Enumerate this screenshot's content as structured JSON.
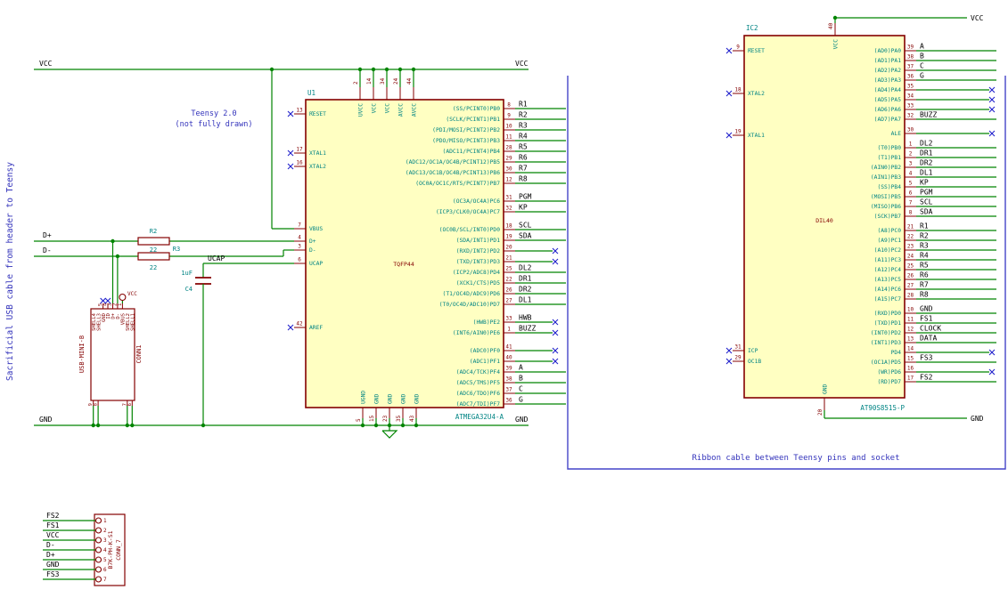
{
  "colors": {
    "wire": "#008400",
    "component": "#840000",
    "fill": "#FFFFC2",
    "pin": "#008484",
    "field": "#008484",
    "footprint": "#840000",
    "label": "#000000",
    "note": "#3333BB",
    "noconnect": "#2222CC",
    "sheet": "#4444C8"
  },
  "notes": {
    "side": "Sacrificial USB cable from header to Teensy",
    "teensy1": "Teensy 2.0",
    "teensy2": "(not fully drawn)",
    "ribbon": "Ribbon cable between Teensy pins and socket"
  },
  "nets": {
    "vcc": "VCC",
    "gnd": "GND",
    "dplus": "D+",
    "dminus": "D-",
    "ucap": "UCAP"
  },
  "u1": {
    "ref": "U1",
    "footprint": "TQFP44",
    "value": "ATMEGA32U4-A",
    "left_pins": [
      {
        "num": "13",
        "name": "RESET",
        "overline": true,
        "nc": true
      },
      {
        "num": "17",
        "name": "XTAL1",
        "nc": true
      },
      {
        "num": "16",
        "name": "XTAL2",
        "nc": true
      },
      {
        "num": "7",
        "name": "VBUS"
      },
      {
        "num": "4",
        "name": "D+"
      },
      {
        "num": "3",
        "name": "D-"
      },
      {
        "num": "6",
        "name": "UCAP"
      },
      {
        "num": "42",
        "name": "AREF",
        "nc": true
      }
    ],
    "top_pins": [
      {
        "num": "2",
        "name": "UVCC"
      },
      {
        "num": "14",
        "name": "VCC"
      },
      {
        "num": "34",
        "name": "VCC"
      },
      {
        "num": "24",
        "name": "AVCC"
      },
      {
        "num": "44",
        "name": "AVCC"
      }
    ],
    "bottom_pins": [
      {
        "num": "5",
        "name": "UGND"
      },
      {
        "num": "15",
        "name": "GND"
      },
      {
        "num": "23",
        "name": "GND"
      },
      {
        "num": "35",
        "name": "GND"
      },
      {
        "num": "43",
        "name": "GND"
      }
    ],
    "right_groups": [
      {
        "pins": [
          {
            "num": "8",
            "name": "(SS/PCINT0)PB0",
            "net": "R1"
          },
          {
            "num": "9",
            "name": "(SCLK/PCINT1)PB1",
            "net": "R2"
          },
          {
            "num": "10",
            "name": "(PDI/MOSI/PCINT2)PB2",
            "net": "R3"
          },
          {
            "num": "11",
            "name": "(PDO/MISO/PCINT3)PB3",
            "net": "R4"
          },
          {
            "num": "28",
            "name": "(ADC11/PCINT4)PB4",
            "net": "R5"
          },
          {
            "num": "29",
            "name": "(ADC12/OC1A/OC4B/PCINT12)PB5",
            "net": "R6"
          },
          {
            "num": "30",
            "name": "(ADC13/OC1B/OC4B/PCINT13)PB6",
            "net": "R7"
          },
          {
            "num": "12",
            "name": "(OC0A/OC1C/RTS/PCINT7)PB7",
            "net": "R8"
          }
        ]
      },
      {
        "pins": [
          {
            "num": "31",
            "name": "(OC3A/OC4A)PC6",
            "net": "PGM"
          },
          {
            "num": "32",
            "name": "(ICP3/CLK0/OC4A)PC7",
            "net": "KP"
          }
        ]
      },
      {
        "pins": [
          {
            "num": "18",
            "name": "(OC0B/SCL/INT0)PD0",
            "net": "SCL"
          },
          {
            "num": "19",
            "name": "(SDA/INT1)PD1",
            "net": "SDA"
          },
          {
            "num": "20",
            "name": "(RXD/INT2)PD2",
            "nc": true
          },
          {
            "num": "21",
            "name": "(TXD/INT3)PD3",
            "nc": true
          },
          {
            "num": "25",
            "name": "(ICP2/ADC8)PD4",
            "net": "DL2"
          },
          {
            "num": "22",
            "name": "(XCK1/CTS)PD5",
            "net": "DR1"
          },
          {
            "num": "26",
            "name": "(T1/OC4D/ADC9)PD6",
            "net": "DR2"
          },
          {
            "num": "27",
            "name": "(T0/OC4D/ADC10)PD7",
            "net": "DL1"
          }
        ]
      },
      {
        "pins": [
          {
            "num": "33",
            "name": "(HWB)PE2",
            "net": "HWB",
            "nc": true
          },
          {
            "num": "1",
            "name": "(INT6/AIN0)PE6",
            "net": "BUZZ",
            "nc": true
          }
        ]
      },
      {
        "pins": [
          {
            "num": "41",
            "name": "(ADC0)PF0",
            "nc": true
          },
          {
            "num": "40",
            "name": "(ADC1)PF1",
            "nc": true
          },
          {
            "num": "39",
            "name": "(ADC4/TCK)PF4",
            "net": "A"
          },
          {
            "num": "38",
            "name": "(ADC5/TMS)PF5",
            "net": "B"
          },
          {
            "num": "37",
            "name": "(ADC6/TDO)PF6",
            "net": "C"
          },
          {
            "num": "36",
            "name": "(ADC7/TDI)PF7",
            "net": "G"
          }
        ]
      }
    ]
  },
  "ic2": {
    "ref": "IC2",
    "footprint": "DIL40",
    "value": "AT90S8515-P",
    "left_pins": [
      {
        "num": "9",
        "name": "RESET",
        "overline": true,
        "nc": true
      },
      {
        "num": "18",
        "name": "XTAL2",
        "nc": true
      },
      {
        "num": "19",
        "name": "XTAL1",
        "nc": true
      },
      {
        "num": "31",
        "name": "ICP",
        "nc": true
      },
      {
        "num": "29",
        "name": "OC1B",
        "nc": true
      }
    ],
    "top_pins": [
      {
        "num": "40",
        "name": "VCC"
      }
    ],
    "bottom_pins": [
      {
        "num": "20",
        "name": "GND"
      }
    ],
    "right_groups": [
      {
        "pins": [
          {
            "num": "39",
            "name": "(AD0)PA0",
            "net": "A"
          },
          {
            "num": "38",
            "name": "(AD1)PA1",
            "net": "B"
          },
          {
            "num": "37",
            "name": "(AD2)PA2",
            "net": "C"
          },
          {
            "num": "36",
            "name": "(AD3)PA3",
            "net": "G"
          },
          {
            "num": "35",
            "name": "(AD4)PA4",
            "nc": true
          },
          {
            "num": "34",
            "name": "(AD5)PA5",
            "nc": true
          },
          {
            "num": "33",
            "name": "(AD6)PA6",
            "nc": true
          },
          {
            "num": "32",
            "name": "(AD7)PA7",
            "net": "BUZZ"
          }
        ]
      },
      {
        "pins": [
          {
            "num": "30",
            "name": "ALE",
            "nc": true
          }
        ]
      },
      {
        "pins": [
          {
            "num": "1",
            "name": "(T0)PB0",
            "net": "DL2"
          },
          {
            "num": "2",
            "name": "(T1)PB1",
            "net": "DR1"
          },
          {
            "num": "3",
            "name": "(AIN0)PB2",
            "net": "DR2"
          },
          {
            "num": "4",
            "name": "(AIN1)PB3",
            "net": "DL1"
          },
          {
            "num": "5",
            "name": "(SS)PB4",
            "net": "KP"
          },
          {
            "num": "6",
            "name": "(MOSI)PB5",
            "net": "PGM"
          },
          {
            "num": "7",
            "name": "(MISO)PB6",
            "net": "SCL"
          },
          {
            "num": "8",
            "name": "(SCK)PB7",
            "net": "SDA"
          }
        ]
      },
      {
        "pins": [
          {
            "num": "21",
            "name": "(A8)PC0",
            "net": "R1"
          },
          {
            "num": "22",
            "name": "(A9)PC1",
            "net": "R2"
          },
          {
            "num": "23",
            "name": "(A10)PC2",
            "net": "R3"
          },
          {
            "num": "24",
            "name": "(A11)PC3",
            "net": "R4"
          },
          {
            "num": "25",
            "name": "(A12)PC4",
            "net": "R5"
          },
          {
            "num": "26",
            "name": "(A13)PC5",
            "net": "R6"
          },
          {
            "num": "27",
            "name": "(A14)PC6",
            "net": "R7"
          },
          {
            "num": "28",
            "name": "(A15)PC7",
            "net": "R8"
          }
        ]
      },
      {
        "pins": [
          {
            "num": "10",
            "name": "(RXD)PD0",
            "net": "GND"
          },
          {
            "num": "11",
            "name": "(TXD)PD1",
            "net": "FS1"
          },
          {
            "num": "12",
            "name": "(INT0)PD2",
            "net": "CLOCK"
          },
          {
            "num": "13",
            "name": "(INT1)PD3",
            "net": "DATA"
          },
          {
            "num": "14",
            "name": "PD4",
            "nc": true
          },
          {
            "num": "15",
            "name": "(OC1A)PD5",
            "net": "FS3"
          },
          {
            "num": "16",
            "name": "(WR)PD6",
            "nc": true
          },
          {
            "num": "17",
            "name": "(RD)PD7",
            "net": "FS2"
          }
        ]
      }
    ]
  },
  "usb": {
    "ref": "CONN1",
    "value": "USB-MINI-B",
    "vcc_flag": "VCC",
    "pins": [
      {
        "num": "9",
        "name": "SHELL4",
        "side": "bottom"
      },
      {
        "num": "8",
        "name": "SHELL3",
        "side": "bottom"
      },
      {
        "num": "5",
        "name": "GND",
        "side": "top",
        "nc": true
      },
      {
        "num": "4",
        "name": "ID",
        "side": "top",
        "nc": true
      },
      {
        "num": "3",
        "name": "D+",
        "side": "top"
      },
      {
        "num": "2",
        "name": "D-",
        "side": "top"
      },
      {
        "num": "1",
        "name": "VBUS",
        "side": "top"
      },
      {
        "num": "7",
        "name": "SHELL2",
        "side": "bottom"
      },
      {
        "num": "6",
        "name": "SHELL1",
        "side": "bottom"
      }
    ]
  },
  "conn7": {
    "ref": "CONN_7",
    "value": "B7K-PH-K-S1",
    "pins": [
      {
        "num": "1",
        "net": "FS2"
      },
      {
        "num": "2",
        "net": "FS1"
      },
      {
        "num": "3",
        "net": "VCC"
      },
      {
        "num": "4",
        "net": "D-"
      },
      {
        "num": "5",
        "net": "D+"
      },
      {
        "num": "6",
        "net": "GND"
      },
      {
        "num": "7",
        "net": "FS3"
      }
    ]
  },
  "r2": {
    "ref": "R2",
    "value": "22"
  },
  "r3": {
    "ref": "R3",
    "value": "22"
  },
  "c4": {
    "ref": "C4",
    "value": "1uF"
  }
}
